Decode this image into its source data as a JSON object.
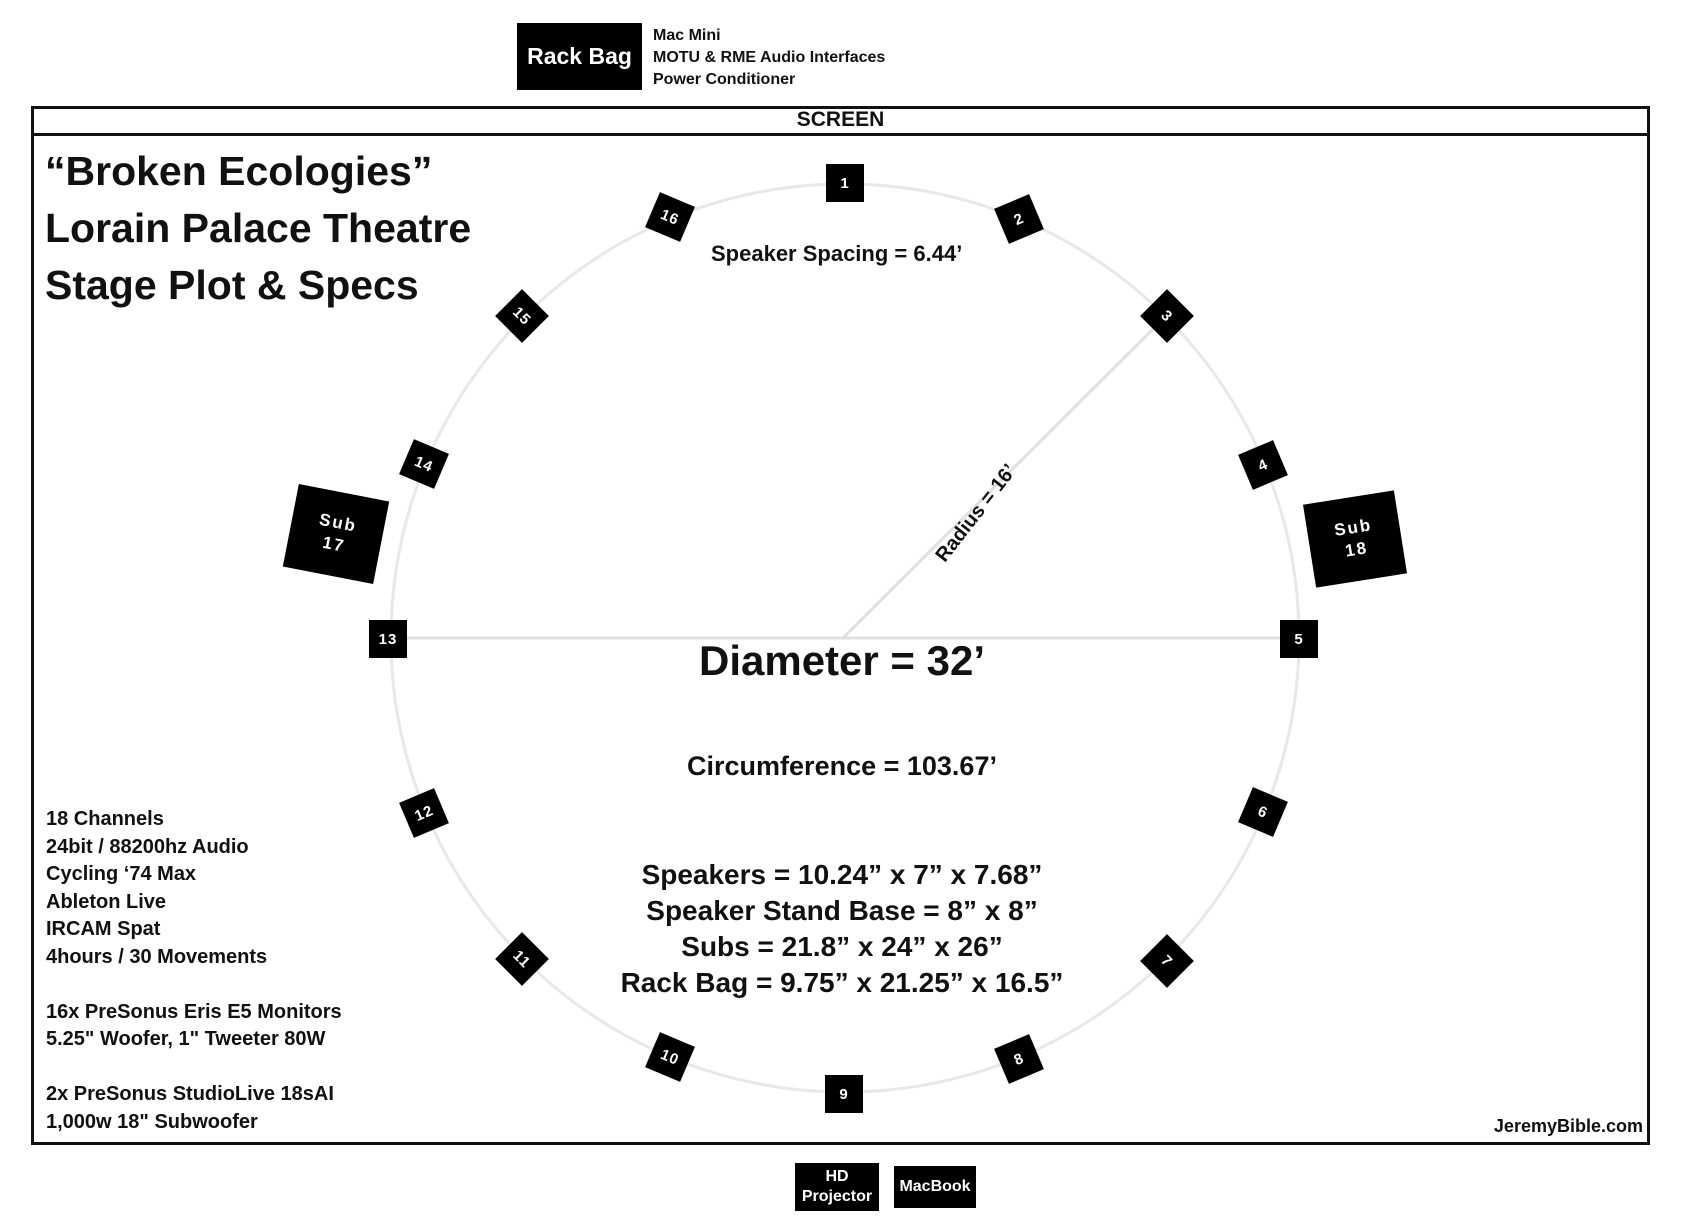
{
  "rack_bag": {
    "label": "Rack Bag",
    "items": [
      "Mac Mini",
      "MOTU & RME Audio Interfaces",
      "Power Conditioner"
    ]
  },
  "screen_label": "SCREEN",
  "title_lines": [
    "“Broken Ecologies”",
    "Lorain Palace Theatre",
    "Stage Plot & Specs"
  ],
  "speaker_spacing": "Speaker Spacing = 6.44’",
  "radius_label": "Radius = 16’",
  "diameter": "Diameter = 32’",
  "circumference": "Circumference = 103.67’",
  "dimensions": [
    "Speakers = 10.24” x 7” x 7.68”",
    "Speaker Stand Base = 8” x 8”",
    "Subs = 21.8” x 24” x 26”",
    "Rack Bag = 9.75” x 21.25” x 16.5”"
  ],
  "speakers": [
    "1",
    "2",
    "3",
    "4",
    "5",
    "6",
    "7",
    "8",
    "9",
    "10",
    "11",
    "12",
    "13",
    "14",
    "15",
    "16"
  ],
  "subs": [
    {
      "label": "Sub",
      "number": "17"
    },
    {
      "label": "Sub",
      "number": "18"
    }
  ],
  "specs": [
    "18 Channels",
    "24bit / 88200hz Audio",
    "Cycling ‘74 Max",
    "Ableton Live",
    "IRCAM Spat",
    "4hours / 30 Movements",
    "",
    "16x PreSonus Eris E5 Monitors",
    "5.25\" Woofer, 1\" Tweeter 80W",
    "",
    "2x PreSonus StudioLive 18sAI",
    "1,000w 18\" Subwoofer"
  ],
  "credit": "JeremyBible.com",
  "equipment": {
    "projector": "HD Projector",
    "laptop": "MacBook"
  }
}
